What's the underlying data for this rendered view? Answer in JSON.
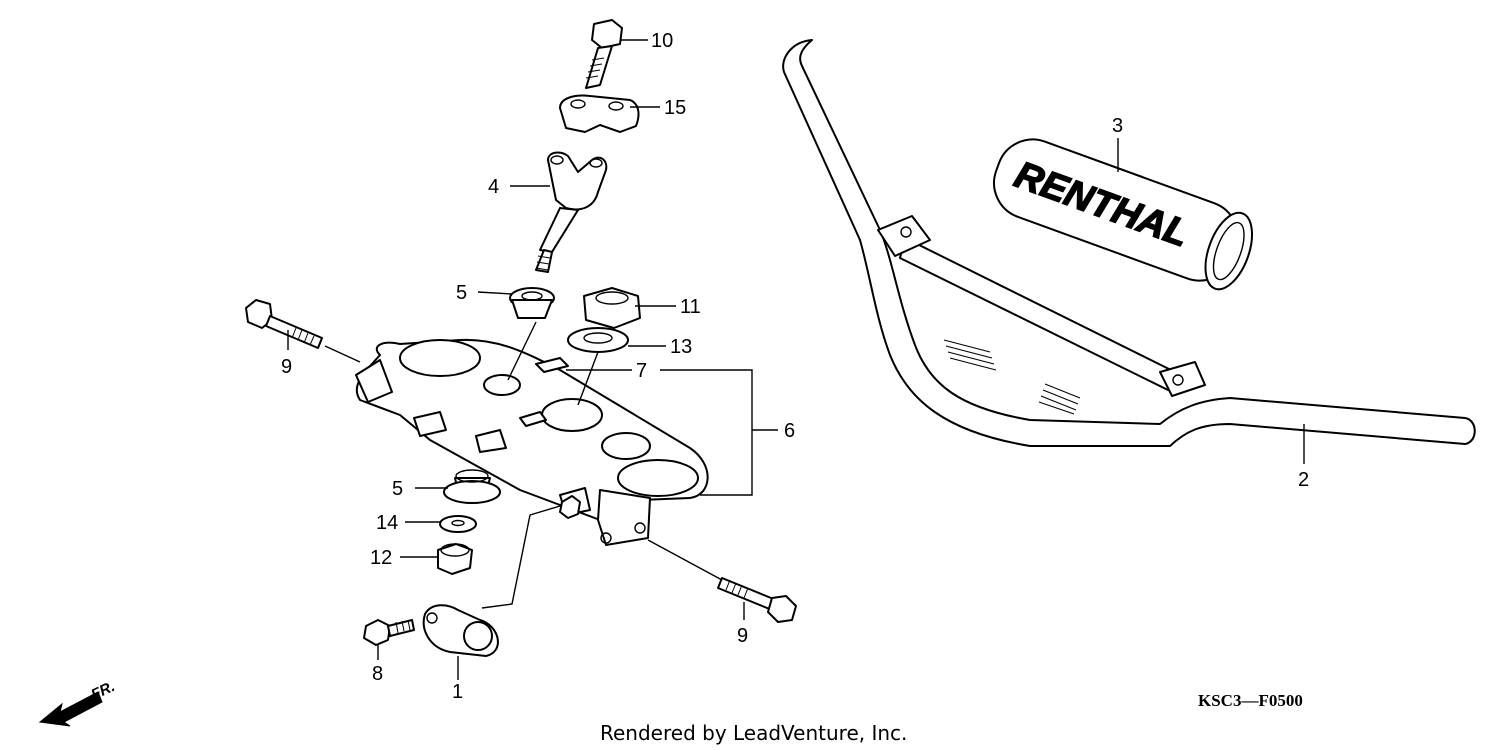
{
  "diagram": {
    "callouts": {
      "c1": "1",
      "c2": "2",
      "c3": "3",
      "c4": "4",
      "c5a": "5",
      "c5b": "5",
      "c6": "6",
      "c7": "7",
      "c8": "8",
      "c9a": "9",
      "c9b": "9",
      "c10": "10",
      "c11": "11",
      "c12": "12",
      "c13": "13",
      "c14": "14",
      "c15": "15"
    },
    "grip_pad_text": "RENTHAL",
    "front_arrow_label": "FR.",
    "diagram_code": "KSC3—F0500",
    "credit": "Rendered by LeadVenture, Inc."
  }
}
